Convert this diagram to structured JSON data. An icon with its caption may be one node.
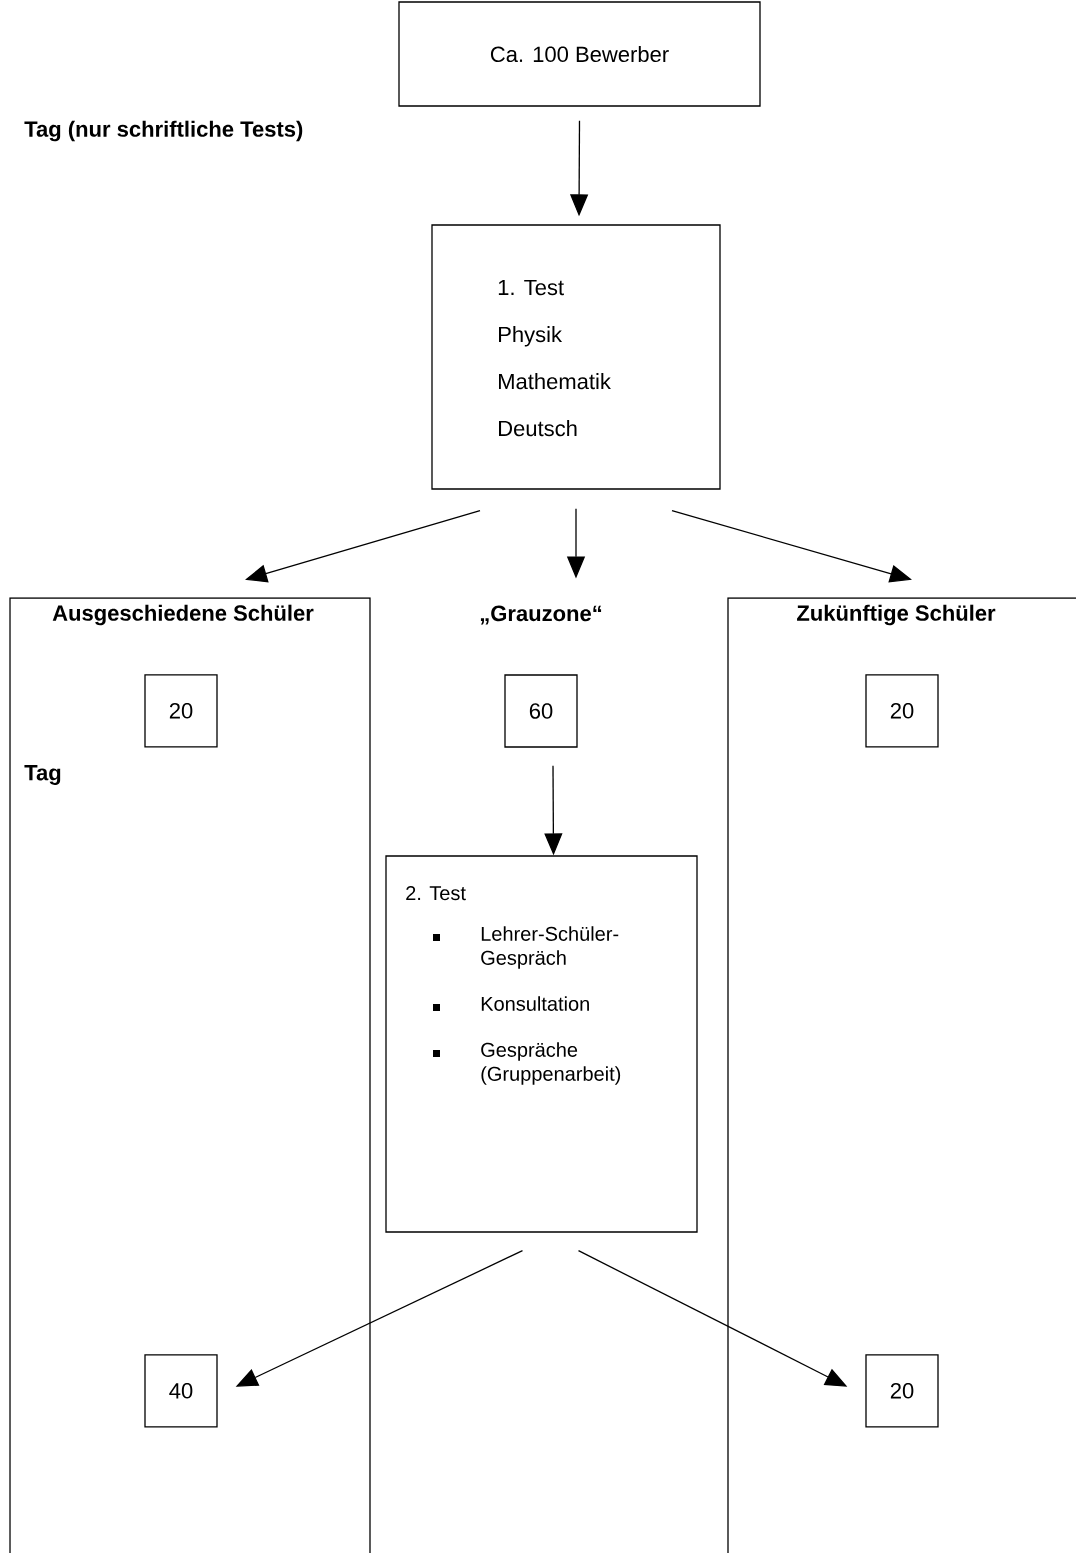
{
  "diagram": {
    "nodes": [
      {
        "text": [
          "Ca. 100 Bewerber"
        ]
      },
      {
        "text": [
          "1. Test",
          "Physik",
          "Mathematik",
          "Deutsch"
        ]
      },
      {
        "text": [
          "Ausgeschiedene Schüler"
        ]
      },
      {
        "text": [
          "„Grauzone“"
        ]
      },
      {
        "text": [
          "Zukünftige Schüler"
        ]
      },
      {
        "text": [
          "20"
        ],
        "in": 2
      },
      {
        "text": [
          "60"
        ]
      },
      {
        "text": [
          "20"
        ],
        "in": 4
      },
      {
        "text": [
          "2. Test",
          "Lehrer-Schüler-Gespräch",
          "Konsultation",
          "Gespräche (Gruppenarbeit)"
        ]
      },
      {
        "text": [
          "40"
        ],
        "in": 2
      },
      {
        "text": [
          "20"
        ],
        "in": 4
      }
    ],
    "edges": [
      {
        "from": 0,
        "to": 1,
        "arrow": "to"
      },
      {
        "from": 1,
        "to": 2,
        "arrow": "to"
      },
      {
        "from": 1,
        "to": 3,
        "arrow": "to"
      },
      {
        "from": 1,
        "to": 4,
        "arrow": "to"
      },
      {
        "from": 6,
        "to": 8,
        "arrow": "to"
      },
      {
        "from": 8,
        "to": 9,
        "arrow": "to"
      },
      {
        "from": 8,
        "to": 10,
        "arrow": "to"
      }
    ],
    "labels": [
      "Tag (nur schriftliche Tests)",
      "Tag"
    ]
  }
}
